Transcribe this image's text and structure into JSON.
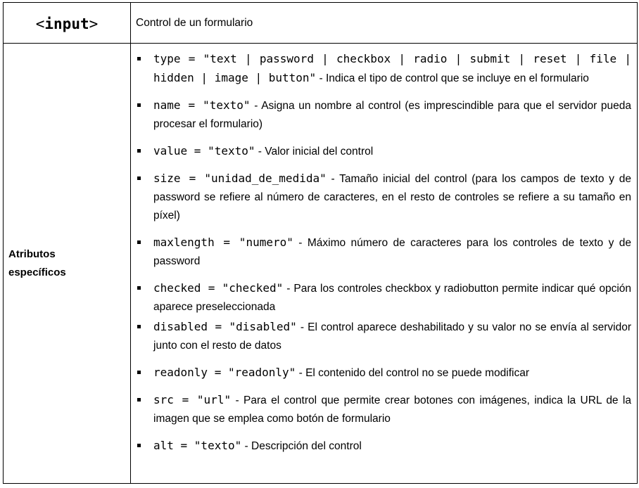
{
  "header": {
    "tag_open": "<",
    "tag_name": "input",
    "tag_close": ">",
    "description": "Control de un formulario"
  },
  "section_label": "Atributos específicos",
  "attributes": [
    {
      "code": "type = \"text | password | checkbox | radio | submit | reset | file | hidden | image | button\"",
      "text": " - Indica el tipo de control que se incluye en el formulario"
    },
    {
      "code": "name = \"texto\"",
      "text": " - Asigna un nombre al control (es imprescindible para que el servidor pueda procesar el formulario)"
    },
    {
      "code": "value = \"texto\"",
      "text": " - Valor inicial del control"
    },
    {
      "code": "size = \"unidad_de_medida\"",
      "text": " - Tamaño inicial del control (para los campos de texto y de password se refiere al número de caracteres, en el resto de controles se refiere a su tamaño en píxel)"
    },
    {
      "code": "maxlength = \"numero\"",
      "text": " - Máximo número de caracteres para los controles de texto y de password"
    },
    {
      "code": "checked = \"checked\"",
      "text": " - Para los controles checkbox y radiobutton permite indicar qué opción aparece preseleccionada"
    },
    {
      "code": "disabled = \"disabled\"",
      "text": " - El control aparece deshabilitado y su valor no se envía al servidor junto con el resto de datos"
    },
    {
      "code": "readonly = \"readonly\"",
      "text": " - El contenido del control no se puede modificar"
    },
    {
      "code": "src = \"url\"",
      "text": " - Para el control que permite crear botones con imágenes, indica la URL de la imagen que se emplea como botón de formulario"
    },
    {
      "code": "alt = \"texto\"",
      "text": " - Descripción del control"
    }
  ]
}
